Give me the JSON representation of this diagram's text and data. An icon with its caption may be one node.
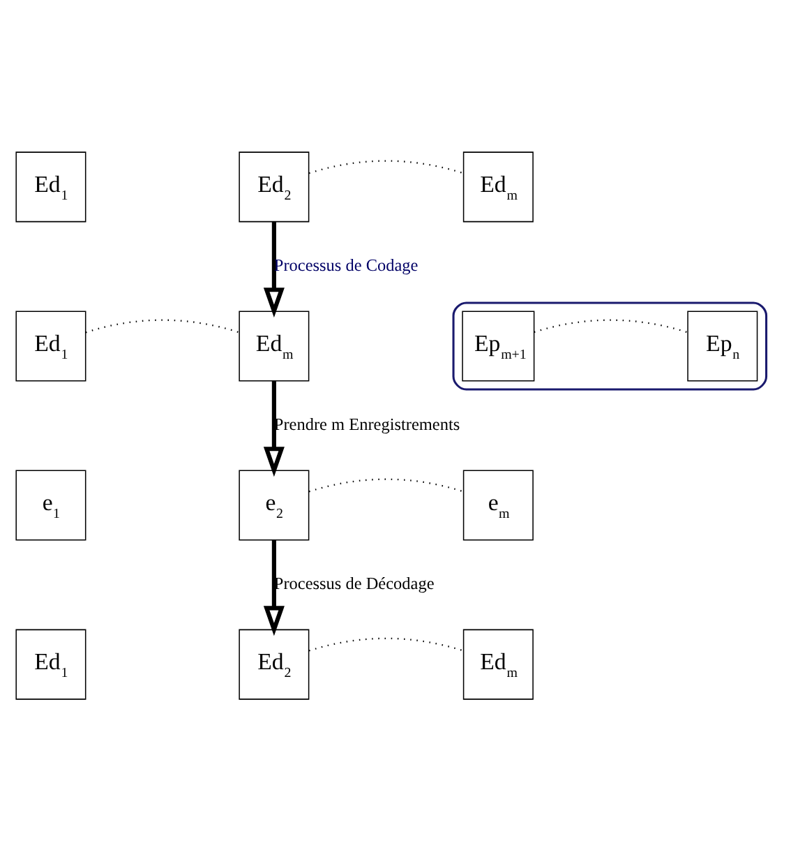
{
  "diagram": {
    "nodes": [
      {
        "text": [
          "Ed$_{1}$"
        ]
      },
      {
        "text": [
          "Ed$_{2}$"
        ]
      },
      {
        "text": [
          "Ed$_{m}$"
        ]
      },
      {
        "text": [
          "Ed$_{1}$"
        ]
      },
      {
        "text": [
          "Ed$_{m}$"
        ]
      },
      {
        "text": [],
        "shape": "ellipse"
      },
      {
        "text": [
          "Ep$_{m+1}$"
        ],
        "in": 5
      },
      {
        "text": [
          "Ep$_{n}$"
        ],
        "in": 5
      },
      {
        "text": [
          "e$_{1}$"
        ]
      },
      {
        "text": [
          "e$_{2}$"
        ]
      },
      {
        "text": [
          "e$_{m}$"
        ]
      },
      {
        "text": [
          "Ed$_{1}$"
        ]
      },
      {
        "text": [
          "Ed$_{2}$"
        ]
      },
      {
        "text": [
          "Ed$_{m}$"
        ]
      }
    ],
    "edges": [
      {
        "from": 1,
        "to": 2,
        "arrow": "none",
        "style": "dashed"
      },
      {
        "from": 1,
        "to": 4,
        "arrow": "to",
        "style": "thick",
        "label": "Processus de Codage"
      },
      {
        "from": 3,
        "to": 4,
        "arrow": "none",
        "style": "dashed"
      },
      {
        "from": 6,
        "to": 7,
        "arrow": "none",
        "style": "dashed"
      },
      {
        "from": 4,
        "to": 9,
        "arrow": "to",
        "style": "thick",
        "label": "Prendre m Enregistrements"
      },
      {
        "from": 9,
        "to": 10,
        "arrow": "none",
        "style": "dashed"
      },
      {
        "from": 9,
        "to": 12,
        "arrow": "to",
        "style": "thick",
        "label": "Processus de Décodage"
      },
      {
        "from": 12,
        "to": 13,
        "arrow": "none",
        "style": "dashed"
      }
    ]
  }
}
